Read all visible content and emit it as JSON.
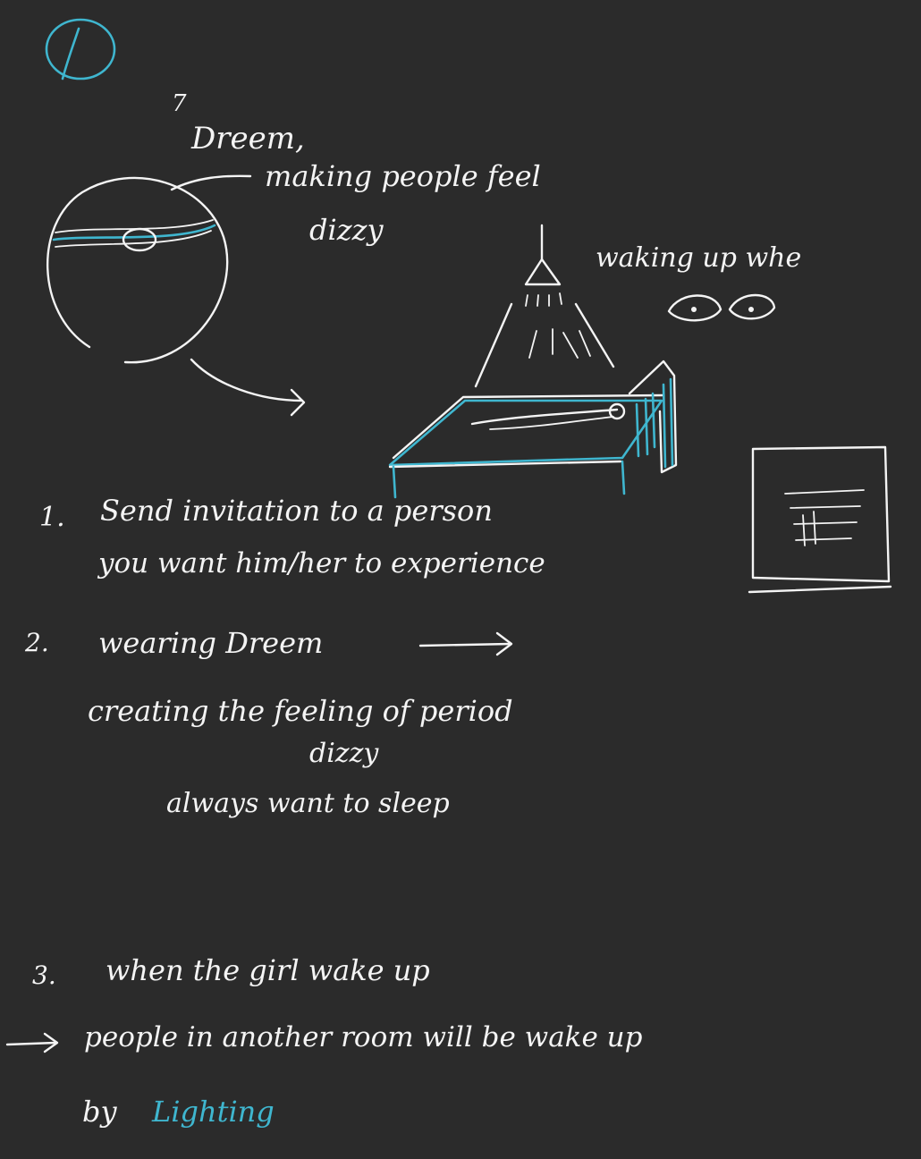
{
  "colors": {
    "background": "#2b2b2b",
    "ink": "#f4f4f4",
    "accent": "#3fb6cf"
  },
  "icons": {
    "page_marker": "circle-one-icon",
    "head": "head-with-band-icon",
    "lamp": "ceiling-lamp-icon",
    "eyes": "open-eyes-icon",
    "bed": "bed-icon",
    "document": "lined-paper-icon",
    "arrow": "right-arrow-icon"
  },
  "sketch_notes": {
    "dreem_heading": {
      "number": "7",
      "title": "Dreem,",
      "line1": "making people feel",
      "line2": "dizzy"
    },
    "waking_label": "waking up whe",
    "steps": [
      {
        "number": "1.",
        "line1": "Send invitation to a person",
        "line2": "you want him/her to experience"
      },
      {
        "number": "2.",
        "line1": "wearing Dreem",
        "line2": "creating the feeling of period",
        "line3": "dizzy",
        "line4": "always want to sleep"
      },
      {
        "number": "3.",
        "line1": "when the girl wake up",
        "line2": "people in another room will be wake up",
        "line3_prefix": "by",
        "line3_highlight": "Lighting"
      }
    ]
  }
}
